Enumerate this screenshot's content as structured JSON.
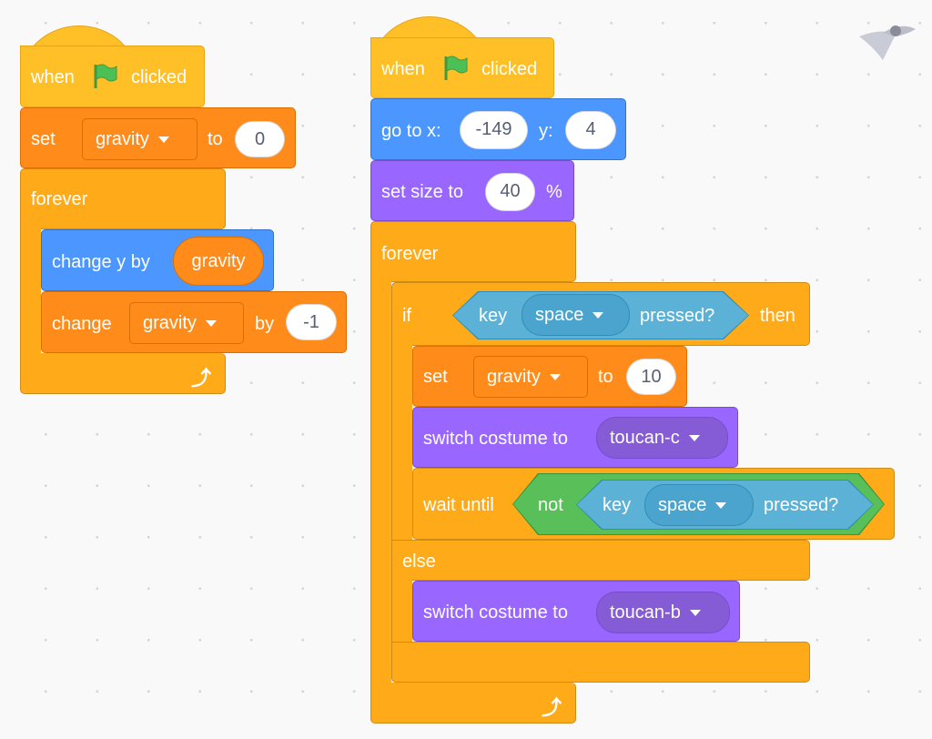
{
  "colors": {
    "events": "#ffbf26",
    "variables": "#ff8c1a",
    "control": "#ffab19",
    "motion": "#4c97ff",
    "looks": "#9966ff",
    "sensing": "#5cb1d6",
    "operators": "#59c059",
    "background": "#f9f9f9"
  },
  "script1": {
    "hat": {
      "when": "when",
      "clicked": "clicked",
      "icon": "green-flag-icon"
    },
    "set": {
      "label": "set",
      "variable": "gravity",
      "to": "to",
      "value": "0"
    },
    "forever": {
      "label": "forever",
      "icon": "loop-arrow-icon"
    },
    "change_y": {
      "label": "change y by",
      "reporter": "gravity"
    },
    "change_var": {
      "label": "change",
      "variable": "gravity",
      "by": "by",
      "value": "-1"
    }
  },
  "script2": {
    "hat": {
      "when": "when",
      "clicked": "clicked",
      "icon": "green-flag-icon"
    },
    "goto": {
      "label": "go to x:",
      "x": "-149",
      "ylabel": "y:",
      "y": "4"
    },
    "size": {
      "label": "set size to",
      "value": "40",
      "unit": "%"
    },
    "forever": {
      "label": "forever",
      "icon": "loop-arrow-icon"
    },
    "if": {
      "label": "if",
      "key": "key",
      "key_value": "space",
      "pressed": "pressed?",
      "then": "then",
      "else": "else"
    },
    "set": {
      "label": "set",
      "variable": "gravity",
      "to": "to",
      "value": "10"
    },
    "costume1": {
      "label": "switch costume to",
      "value": "toucan-c"
    },
    "wait": {
      "label": "wait until",
      "not": "not",
      "key": "key",
      "key_value": "space",
      "pressed": "pressed?"
    },
    "costume2": {
      "label": "switch costume to",
      "value": "toucan-b"
    }
  }
}
